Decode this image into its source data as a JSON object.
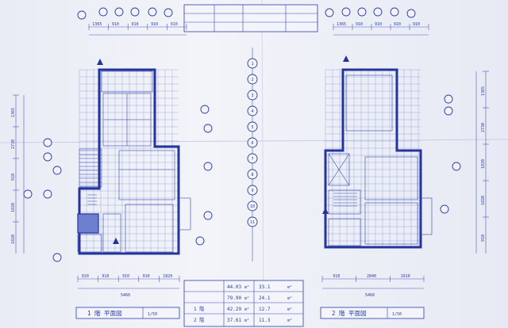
{
  "header_table": {
    "rows": [
      [
        "",
        "",
        "",
        ""
      ],
      [
        "",
        "",
        "",
        ""
      ],
      [
        "",
        "",
        "",
        ""
      ]
    ]
  },
  "area_table": {
    "rows": [
      {
        "label": "",
        "sqm": "44.03",
        "unit_sqm": "m²",
        "tsubo": "33.1",
        "unit_tsubo": "m²"
      },
      {
        "label": "",
        "sqm": "79.90",
        "unit_sqm": "m²",
        "tsubo": "24.1",
        "unit_tsubo": "m²"
      },
      {
        "label": "1 階",
        "sqm": "42.29",
        "unit_sqm": "m²",
        "tsubo": "12.7",
        "unit_tsubo": "m²"
      },
      {
        "label": "2 階",
        "sqm": "37.61",
        "unit_sqm": "m²",
        "tsubo": "11.3",
        "unit_tsubo": "m²"
      }
    ]
  },
  "floor1": {
    "title": "1 階 平面図",
    "scale": "1/50",
    "dim_top": [
      "1365",
      "910",
      "910",
      "910",
      "910"
    ],
    "dim_bottom_total": "5460",
    "dim_bottom": [
      "910",
      "910",
      "910",
      "910",
      "1820"
    ]
  },
  "floor2": {
    "title": "2 階 平面図",
    "scale": "1/50",
    "dim_top": [
      "1365",
      "910",
      "910",
      "910",
      "910"
    ],
    "dim_bottom_total": "5460",
    "dim_bottom": [
      "910",
      "2840",
      "1910"
    ]
  },
  "center_labels": [
    "1",
    "2",
    "3",
    "4",
    "5",
    "6",
    "7",
    "8",
    "9",
    "10",
    "11"
  ],
  "side_dims_left": [
    "1365",
    "2730",
    "910",
    "1820",
    "1820"
  ],
  "side_dims_right": [
    "1365",
    "2730",
    "1820",
    "1820",
    "910"
  ]
}
